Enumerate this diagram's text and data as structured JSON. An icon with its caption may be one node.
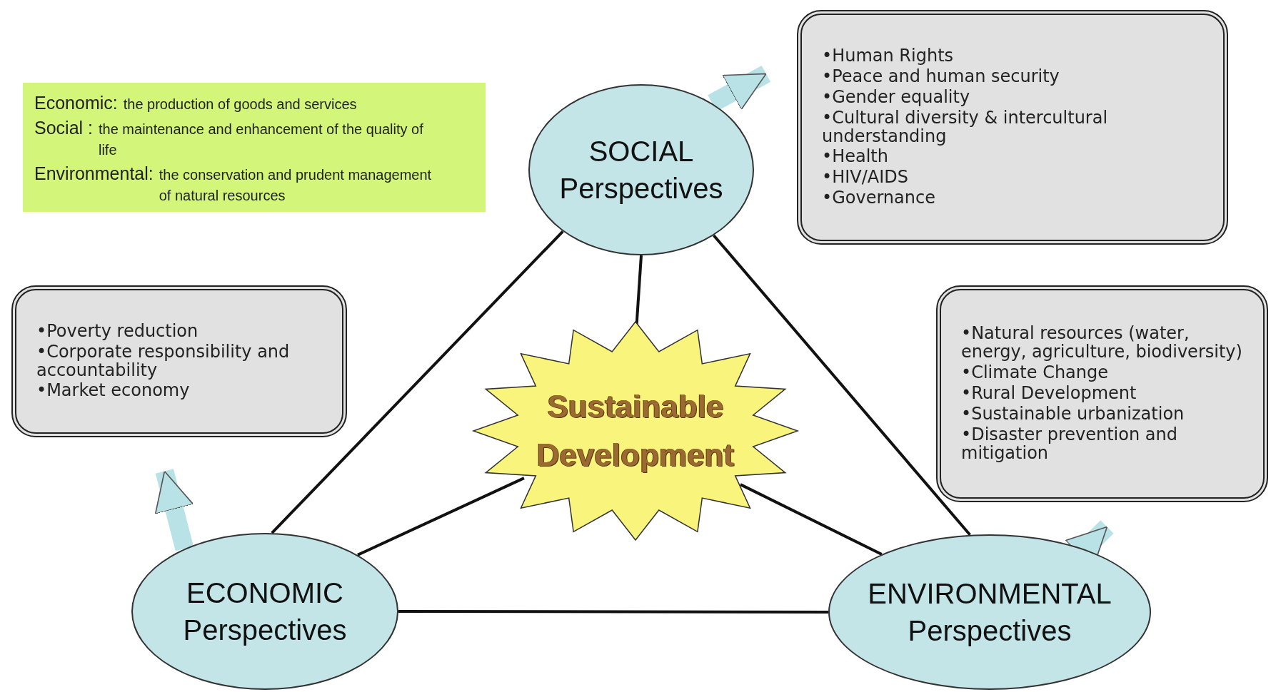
{
  "diagram": {
    "nodes": [
      {
        "text": [
          "Economic:",
          "the production of goods and services",
          "Social :",
          "the maintenance and enhancement of the quality of life",
          "Environmental:",
          "the conservation and prudent management of natural resources"
        ]
      },
      {
        "text": [
          "SOCIAL Perspectives"
        ]
      },
      {
        "text": [
          "•Human Rights",
          "•Peace and human security",
          "•Gender equality",
          "•Cultural diversity & intercultural understanding",
          "•Health",
          "•HIV/AIDS",
          "•Governance"
        ]
      },
      {
        "text": [
          "•Poverty reduction",
          "•Corporate responsibility and accountability",
          "•Market economy"
        ]
      },
      {
        "text": [
          "Sustainable Development"
        ]
      },
      {
        "text": [
          "•Natural resources (water, energy, agriculture, biodiversity)",
          "•Climate Change",
          "•Rural Development",
          "•Sustainable urbanization",
          "•Disaster prevention and mitigation"
        ]
      },
      {
        "text": [
          "ECONOMIC Perspectives"
        ]
      },
      {
        "text": [
          "ENVIRONMENTAL Perspectives"
        ]
      }
    ],
    "edges": [
      {
        "from": 1,
        "to": 6,
        "arrow": "none"
      },
      {
        "from": 1,
        "to": 7,
        "arrow": "none"
      },
      {
        "from": 6,
        "to": 7,
        "arrow": "none"
      },
      {
        "from": 1,
        "to": 4,
        "arrow": "none"
      },
      {
        "from": 6,
        "to": 4,
        "arrow": "none"
      },
      {
        "from": 7,
        "to": 4,
        "arrow": "none"
      },
      {
        "from": 1,
        "to": 2,
        "arrow": "to",
        "style": "thick",
        "color": "#b9e2e6"
      },
      {
        "from": 6,
        "to": 3,
        "arrow": "to",
        "style": "thick",
        "color": "#b9e2e6"
      },
      {
        "from": 7,
        "to": 5,
        "arrow": "to",
        "style": "thick",
        "color": "#b9e2e6"
      }
    ]
  }
}
